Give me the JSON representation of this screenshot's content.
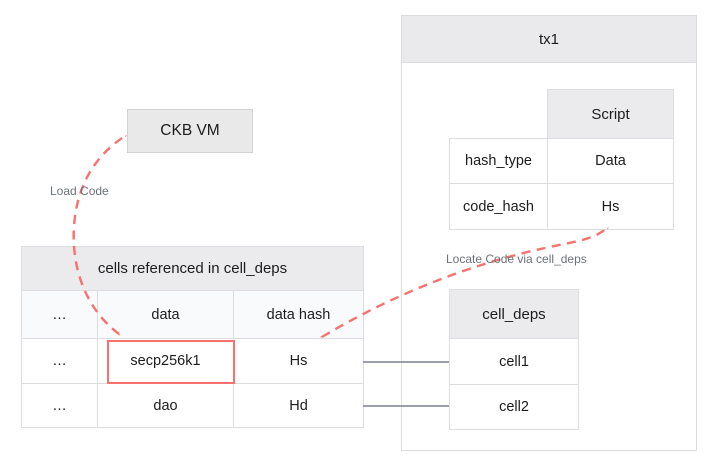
{
  "tx_box": {
    "title": "tx1"
  },
  "script_table": {
    "header": "Script",
    "rows": [
      {
        "key": "hash_type",
        "value": "Data"
      },
      {
        "key": "code_hash",
        "value": "Hs"
      }
    ]
  },
  "ckb_vm": {
    "label": "CKB VM"
  },
  "cells_table": {
    "title": "cells referenced in cell_deps",
    "columns": [
      "…",
      "data",
      "data hash"
    ],
    "rows": [
      [
        "…",
        "secp256k1",
        "Hs"
      ],
      [
        "…",
        "dao",
        "Hd"
      ]
    ],
    "highlighted_cell": "secp256k1"
  },
  "cell_deps_table": {
    "header": "cell_deps",
    "rows": [
      "cell1",
      "cell2"
    ]
  },
  "annotations": {
    "load_code": "Load Code",
    "locate_code": "Locate Code via cell_deps"
  },
  "colors": {
    "accent_red": "#f8716e",
    "header_bg": "#ebebed",
    "subheader_bg": "#f9fafb",
    "table_border": "#dddde1",
    "connector_gray": "#78818a",
    "note_text": "#6c7277"
  }
}
